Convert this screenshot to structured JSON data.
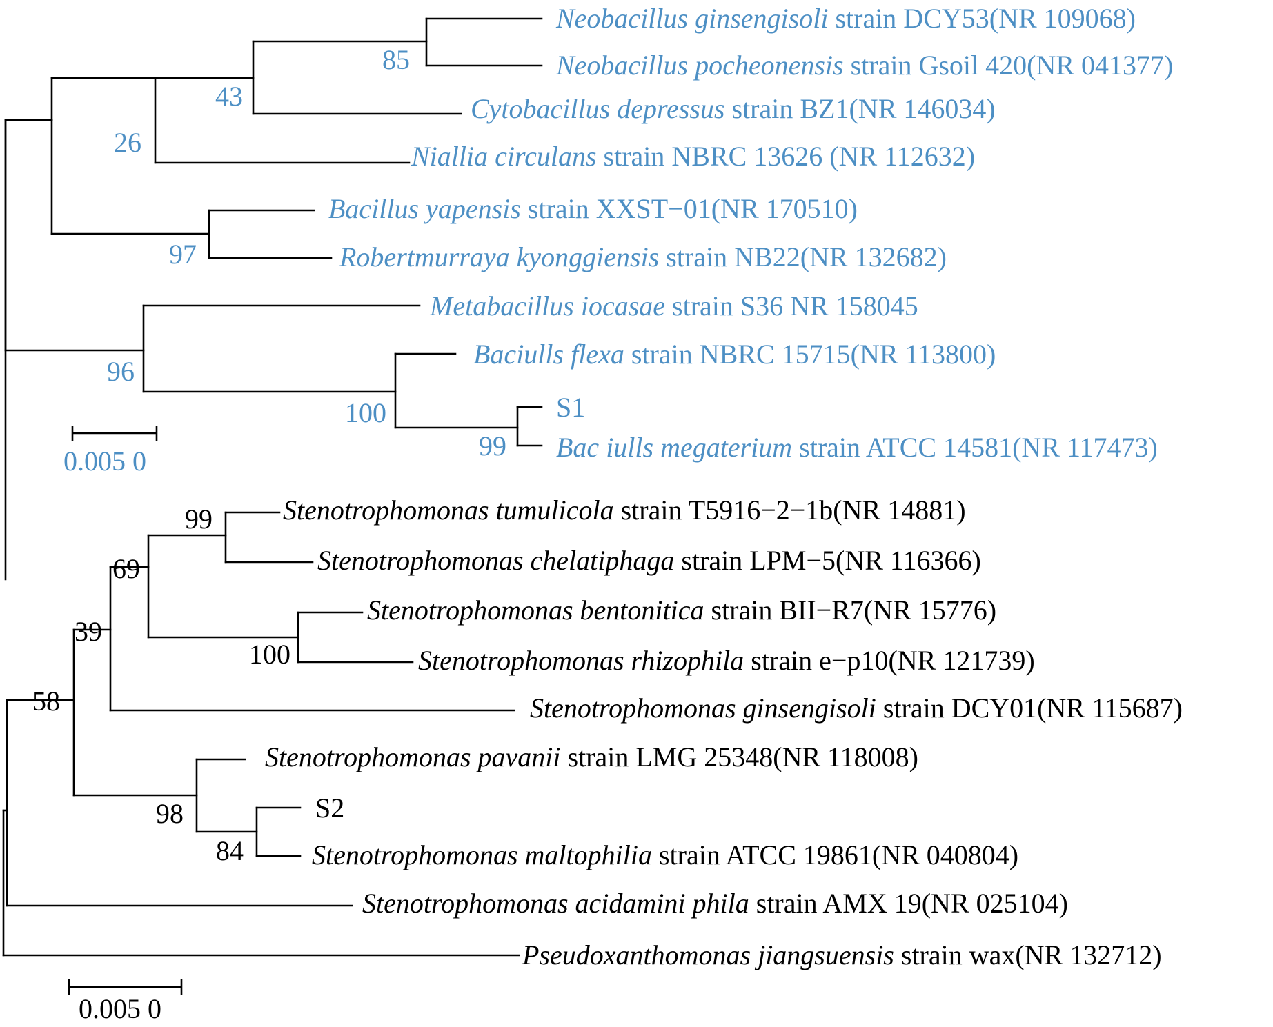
{
  "tree_top": {
    "color": "#4d8fc4",
    "taxa": [
      {
        "italic": "Neobacillus ginsengisoli",
        "rest": " strain DCY53(NR 109068)"
      },
      {
        "italic": "Neobacillus pocheonensis",
        "rest": " strain Gsoil 420(NR 041377)"
      },
      {
        "italic": "Cytobacillus depressus",
        "rest": " strain BZ1(NR 146034)"
      },
      {
        "italic": "Niallia circulans",
        "rest": " strain NBRC 13626 (NR 112632)"
      },
      {
        "italic": "Bacillus yapensis",
        "rest": " strain XXST−01(NR 170510)"
      },
      {
        "italic": "Robertmurraya kyonggiensis",
        "rest": " strain NB22(NR 132682)"
      },
      {
        "italic": "Metabacillus iocasae",
        "rest": " strain S36 NR 158045"
      },
      {
        "italic": "Baciulls flexa",
        "rest": " strain NBRC 15715(NR 113800)"
      },
      {
        "italic": "",
        "rest": "S1"
      },
      {
        "italic": "Bac iulls megaterium",
        "rest": " strain ATCC 14581(NR 117473)"
      }
    ],
    "bootstrap": [
      "85",
      "43",
      "26",
      "97",
      "96",
      "100",
      "99"
    ],
    "scale_label": "0.005 0"
  },
  "tree_bottom": {
    "color": "#000000",
    "taxa": [
      {
        "italic": "Stenotrophomonas tumulicola",
        "rest": " strain T5916−2−1b(NR 14881)"
      },
      {
        "italic": "Stenotrophomonas chelatiphaga",
        "rest": " strain LPM−5(NR 116366)"
      },
      {
        "italic": "Stenotrophomonas bentonitica",
        "rest": " strain BII−R7(NR 15776)"
      },
      {
        "italic": "Stenotrophomonas rhizophila",
        "rest": " strain e−p10(NR 121739)"
      },
      {
        "italic": "Stenotrophomonas ginsengisoli",
        "rest": " strain DCY01(NR 115687)"
      },
      {
        "italic": "Stenotrophomonas pavanii",
        "rest": " strain LMG 25348(NR 118008)"
      },
      {
        "italic": "",
        "rest": "S2"
      },
      {
        "italic": "Stenotrophomonas maltophilia",
        "rest": " strain ATCC 19861(NR 040804)"
      },
      {
        "italic": "Stenotrophomonas acidamini phila",
        "rest": " strain AMX 19(NR 025104)"
      },
      {
        "italic": "Pseudoxanthomonas jiangsuensis",
        "rest": " strain wax(NR 132712)"
      }
    ],
    "bootstrap": [
      "99",
      "69",
      "100",
      "39",
      "58",
      "98",
      "84"
    ],
    "scale_label": "0.005 0"
  }
}
